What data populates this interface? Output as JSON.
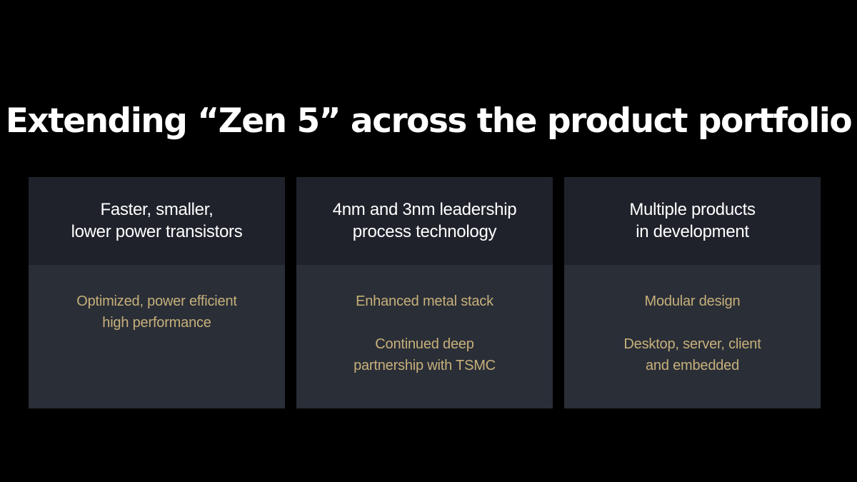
{
  "slide": {
    "title": "Extending “Zen 5” across the product portfolio"
  },
  "colors": {
    "background": "#000000",
    "card_header": "#1f222b",
    "card_body": "#2a2e37",
    "heading_text": "#ffffff",
    "accent_text": "#c7b07a"
  },
  "cards": [
    {
      "heading": [
        "Faster, smaller,",
        "lower power transistors"
      ],
      "points": [
        [
          "Optimized, power efficient",
          "high performance"
        ]
      ]
    },
    {
      "heading": [
        "4nm and 3nm leadership",
        "process technology"
      ],
      "points": [
        [
          "Enhanced metal stack"
        ],
        [
          "Continued deep",
          "partnership with TSMC"
        ]
      ]
    },
    {
      "heading": [
        "Multiple products",
        "in development"
      ],
      "points": [
        [
          "Modular design"
        ],
        [
          "Desktop, server, client",
          "and embedded"
        ]
      ]
    }
  ]
}
